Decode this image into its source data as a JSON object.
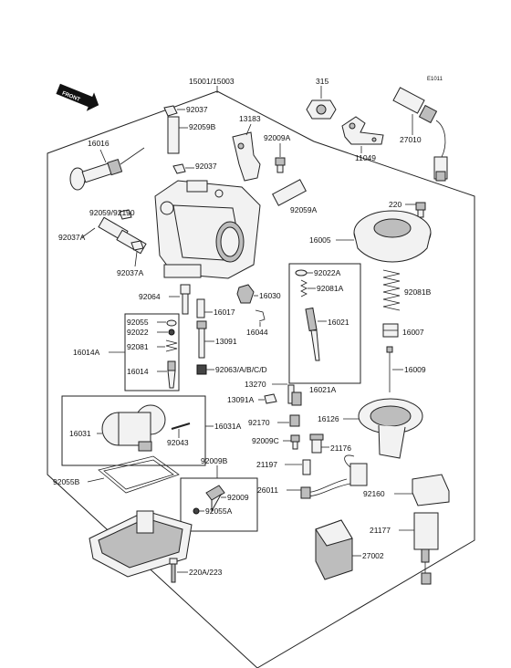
{
  "diagram": {
    "code": "E1011",
    "front_label": "FRONT",
    "labels": {
      "p15001": "15001/15003",
      "p315": "315",
      "p92037_top": "92037",
      "p92059B": "92059B",
      "p13183": "13183",
      "p92009A": "92009A",
      "p16016": "16016",
      "p11049": "11049",
      "p27010": "27010",
      "p92037_mid": "92037",
      "p220": "220",
      "p92059_92190": "92059/92190",
      "p92059A": "92059A",
      "p16005": "16005",
      "p92037A_left": "92037A",
      "p92037A_mid": "92037A",
      "p92022A": "92022A",
      "p92081A": "92081A",
      "p92081B": "92081B",
      "p92064": "92064",
      "p16030": "16030",
      "p16017": "16017",
      "p16044": "16044",
      "p16021": "16021",
      "p16007": "16007",
      "p92055": "92055",
      "p92022": "92022",
      "p92081": "92081",
      "p16014A": "16014A",
      "p13091": "13091",
      "p16014": "16014",
      "p92063": "92063/A/B/C/D",
      "p16009": "16009",
      "p13270": "13270",
      "p16021A": "16021A",
      "p13091A": "13091A",
      "p16031": "16031",
      "p16031A": "16031A",
      "p92170": "92170",
      "p16126": "16126",
      "p92043": "92043",
      "p92009C": "92009C",
      "p21176": "21176",
      "p92009B": "92009B",
      "p21197": "21197",
      "p92055B": "92055B",
      "p92009": "92009",
      "p26011": "26011",
      "p92160": "92160",
      "p92055A": "92055A",
      "p21177": "21177",
      "p27002": "27002",
      "p220A_223": "220A/223"
    }
  }
}
